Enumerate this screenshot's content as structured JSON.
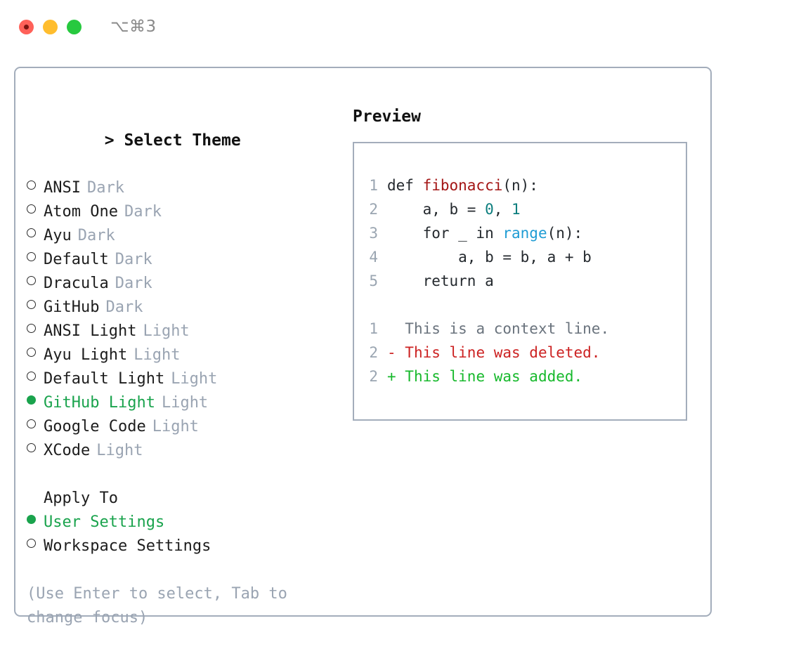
{
  "window": {
    "shortcut": "⌥⌘3",
    "traffic_lights": [
      "close",
      "minimize",
      "maximize"
    ]
  },
  "theme_panel": {
    "header": "Select Theme",
    "prompt": ">",
    "options": [
      {
        "label": "ANSI",
        "tag": "Dark",
        "selected": false
      },
      {
        "label": "Atom One",
        "tag": "Dark",
        "selected": false
      },
      {
        "label": "Ayu",
        "tag": "Dark",
        "selected": false
      },
      {
        "label": "Default",
        "tag": "Dark",
        "selected": false
      },
      {
        "label": "Dracula",
        "tag": "Dark",
        "selected": false
      },
      {
        "label": "GitHub",
        "tag": "Dark",
        "selected": false
      },
      {
        "label": "ANSI Light",
        "tag": "Light",
        "selected": false
      },
      {
        "label": "Ayu Light",
        "tag": "Light",
        "selected": false
      },
      {
        "label": "Default Light",
        "tag": "Light",
        "selected": false
      },
      {
        "label": "GitHub Light",
        "tag": "Light",
        "selected": true
      },
      {
        "label": "Google Code",
        "tag": "Light",
        "selected": false
      },
      {
        "label": "XCode",
        "tag": "Light",
        "selected": false
      }
    ]
  },
  "apply_to": {
    "header": "Apply To",
    "options": [
      {
        "label": "User Settings",
        "selected": true
      },
      {
        "label": "Workspace Settings",
        "selected": false
      }
    ]
  },
  "hint": "(Use Enter to select, Tab to change focus)",
  "preview": {
    "header": "Preview",
    "code_lines": [
      {
        "no": "1",
        "segments": [
          {
            "text": "def ",
            "type": "plain"
          },
          {
            "text": "fibonacci",
            "type": "fn"
          },
          {
            "text": "(n):",
            "type": "plain"
          }
        ]
      },
      {
        "no": "2",
        "segments": [
          {
            "text": "    a, b = ",
            "type": "plain"
          },
          {
            "text": "0",
            "type": "num"
          },
          {
            "text": ", ",
            "type": "plain"
          },
          {
            "text": "1",
            "type": "num"
          }
        ]
      },
      {
        "no": "3",
        "segments": [
          {
            "text": "    for _ in ",
            "type": "plain"
          },
          {
            "text": "range",
            "type": "call"
          },
          {
            "text": "(n):",
            "type": "plain"
          }
        ]
      },
      {
        "no": "4",
        "segments": [
          {
            "text": "        a, b = b, a + b",
            "type": "plain"
          }
        ]
      },
      {
        "no": "5",
        "segments": [
          {
            "text": "    return a",
            "type": "plain"
          }
        ]
      }
    ],
    "diff_lines": [
      {
        "no": "1",
        "marker": " ",
        "text": "This is a context line.",
        "kind": "context"
      },
      {
        "no": "2",
        "marker": "-",
        "text": "This line was deleted.",
        "kind": "del"
      },
      {
        "no": "2",
        "marker": "+",
        "text": "This line was added.",
        "kind": "add"
      }
    ]
  },
  "colors": {
    "selected_green": "#1aa34d",
    "tag_grey": "#9aa4b2",
    "border": "#a3adbb",
    "fn_red": "#a31515",
    "num_teal": "#0d7e7e",
    "call_blue": "#1f9cd4",
    "diff_del": "#cc2222",
    "diff_add": "#17b92c",
    "diff_context": "#6a737d"
  }
}
